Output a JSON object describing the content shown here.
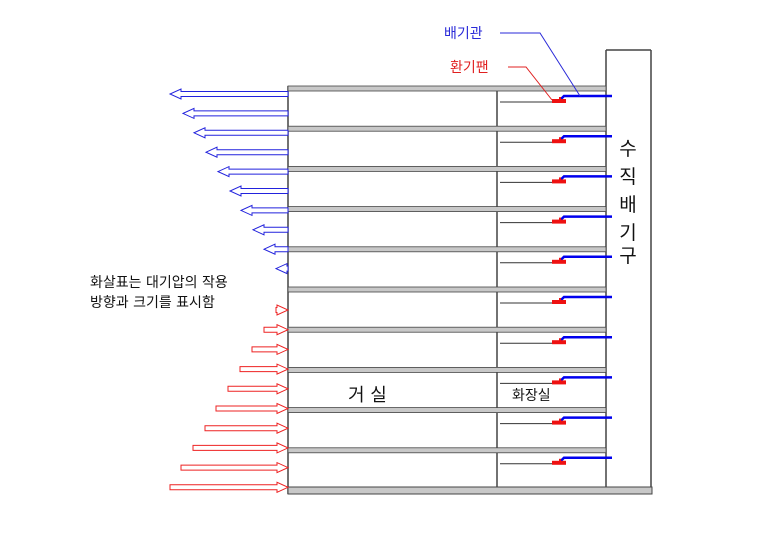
{
  "labels": {
    "exhaust_pipe": "배기관",
    "exhaust_fan": "환기팬",
    "shaft": [
      "수",
      "직",
      "배",
      "기",
      "구"
    ],
    "living_room": "거 실",
    "bathroom": "화장실",
    "note_line1": "화살표는 대기압의 작용",
    "note_line2": "방향과 크기를 표시함"
  },
  "colors": {
    "exhaust_pipe_label": "#2a2ad8",
    "exhaust_fan_label": "#e02020",
    "duct": "#0000ee",
    "fan": "#ee1111",
    "outward_arrow": "#2222dd",
    "inward_arrow": "#ee2222",
    "slab": "#c8c8c8",
    "outline": "#444444"
  },
  "icons": {
    "outward_arrow": "arrow-left-icon",
    "inward_arrow": "arrow-right-icon"
  },
  "floors": 10
}
